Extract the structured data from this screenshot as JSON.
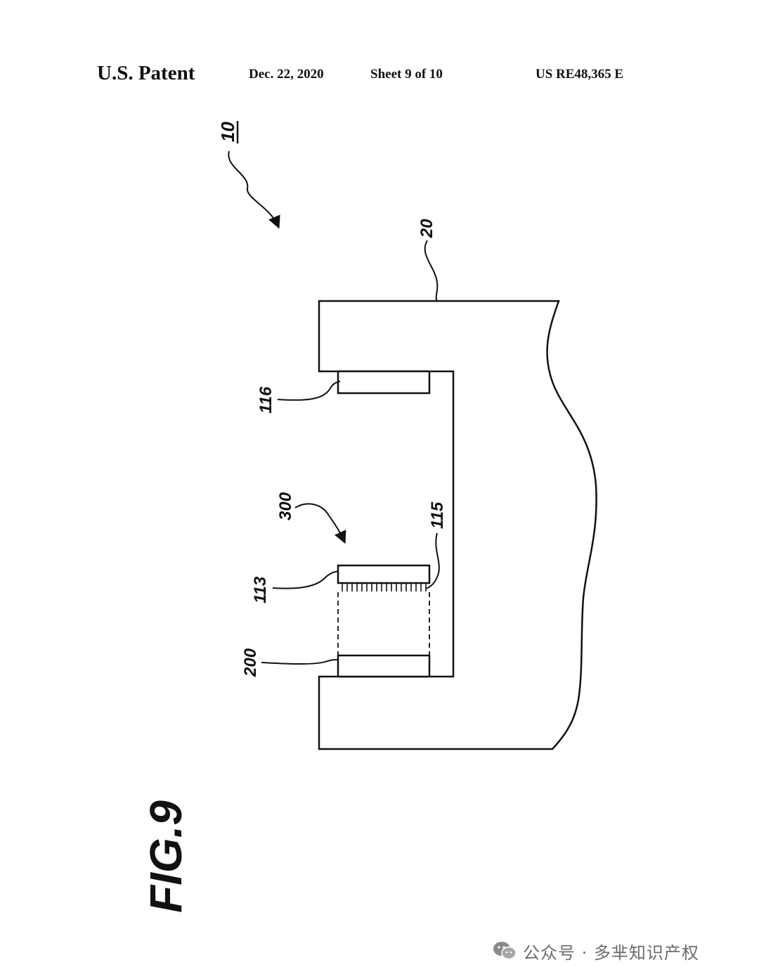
{
  "header": {
    "left": "U.S. Patent",
    "date": "Dec. 22, 2020",
    "sheet": "Sheet 9 of 10",
    "number": "US RE48,365 E"
  },
  "labels": {
    "assembly": "10",
    "body": "20",
    "pad_top": "116",
    "group": "300",
    "element_113": "113",
    "element_115": "115",
    "element_200": "200"
  },
  "figure_title": "FIG.9",
  "watermark": {
    "icon": "wechat-icon",
    "text": "公众号 · 多芈知识产权"
  }
}
